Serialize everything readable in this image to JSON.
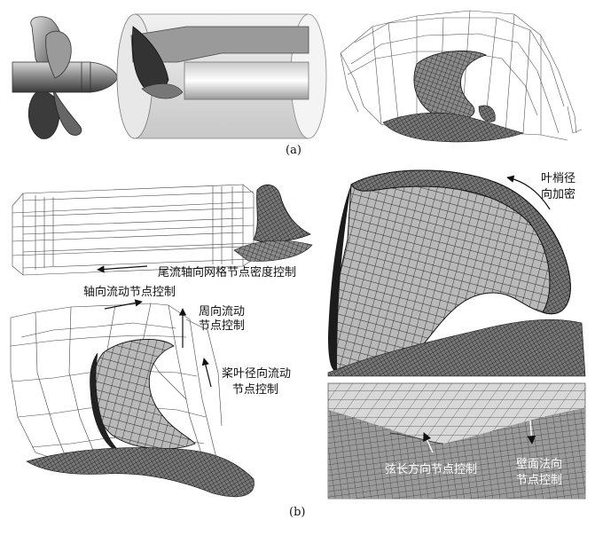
{
  "figure": {
    "caption_a": "(a)",
    "caption_b": "(b)",
    "labels": {
      "wake_axial_density": "尾流轴向网格节点密度控制",
      "axial_flow_nodes": "轴向流动节点控制",
      "circumferential_flow_nodes_line1": "周向流动",
      "circumferential_flow_nodes_line2": "节点控制",
      "blade_radial_flow_line1": "桨叶径向流动",
      "blade_radial_flow_line2": "节点控制",
      "tip_radial_density_line1": "叶梢径",
      "tip_radial_density_line2": "向加密",
      "chord_direction_nodes": "弦长方向节点控制",
      "wall_normal_line1": "壁面法向",
      "wall_normal_line2": "节点控制"
    }
  }
}
